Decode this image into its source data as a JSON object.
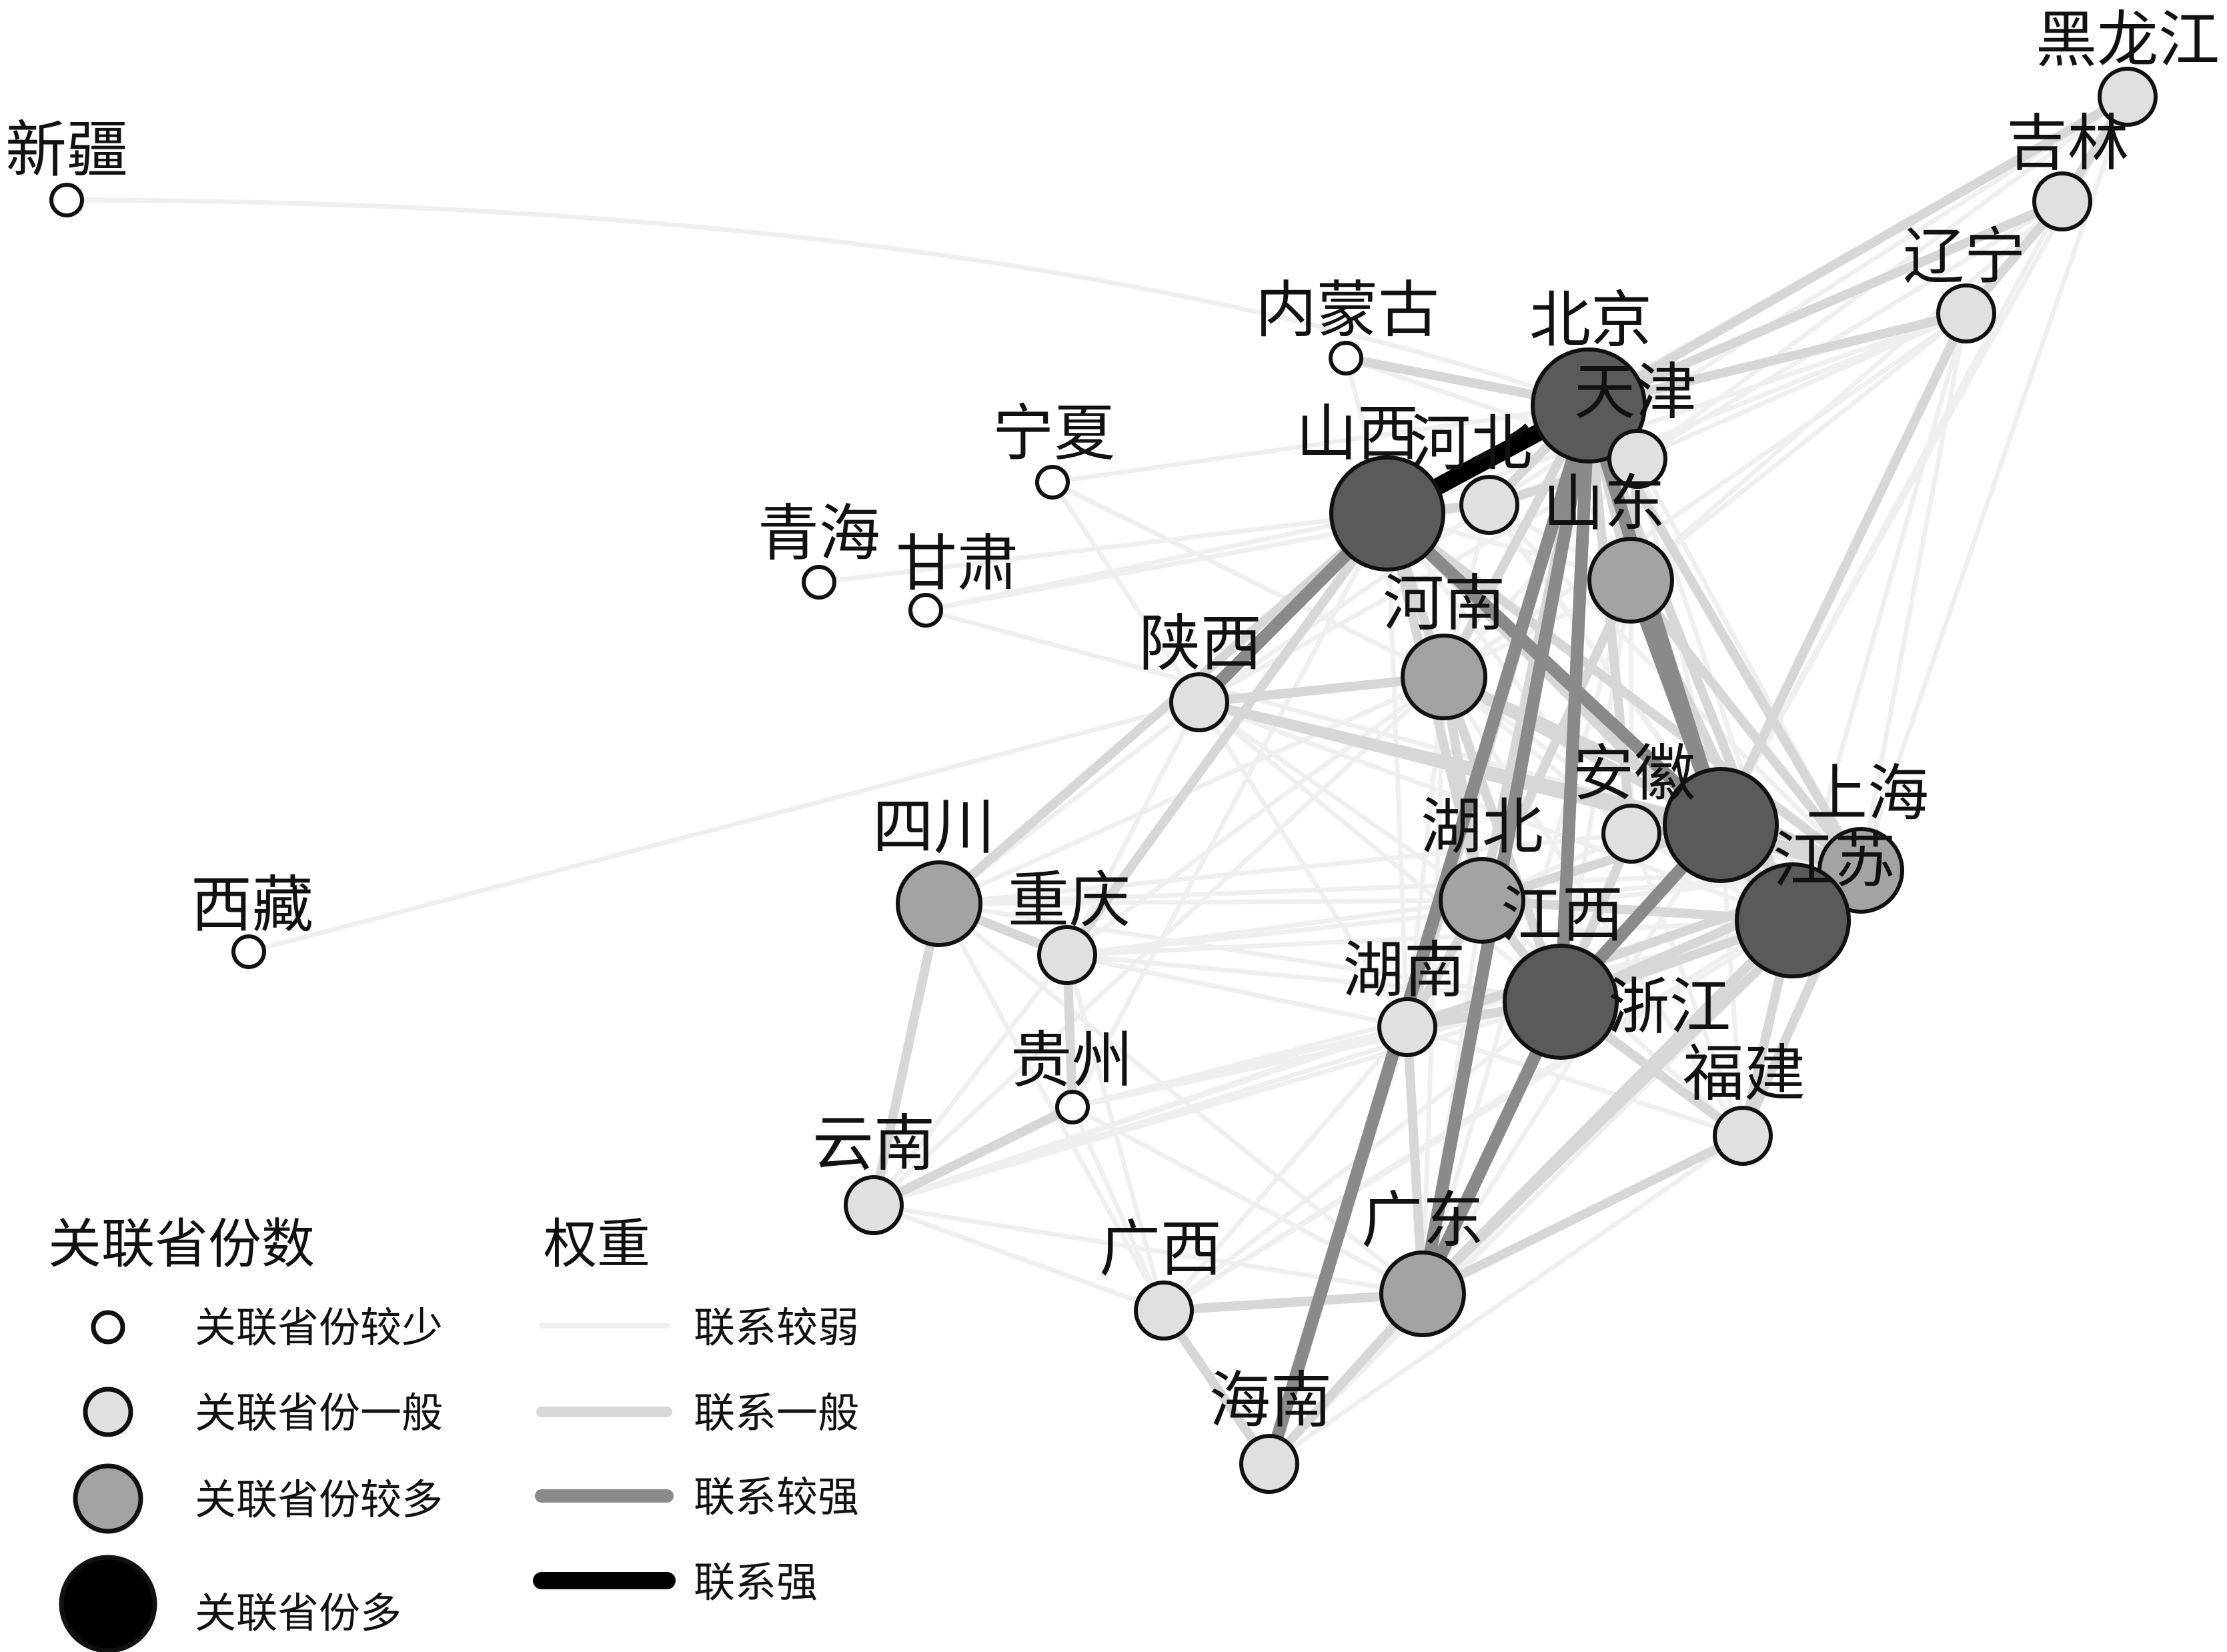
{
  "legend": {
    "size_title": "关联省份数",
    "weight_title": "权重",
    "size_items": [
      {
        "level": "few",
        "label": "关联省份较少",
        "fill": "#ffffff"
      },
      {
        "level": "medium",
        "label": "关联省份一般",
        "fill": "#e0e0e0"
      },
      {
        "level": "many",
        "label": "关联省份较多",
        "fill": "#a3a3a3"
      },
      {
        "level": "most",
        "label": "关联省份多",
        "fill": "#000000"
      }
    ],
    "weight_items": [
      {
        "level": "weak",
        "label": "联系较弱",
        "color": "#efefef"
      },
      {
        "level": "medium",
        "label": "联系一般",
        "color": "#d7d7d7"
      },
      {
        "level": "strong",
        "label": "联系较强",
        "color": "#8a8a8a"
      },
      {
        "level": "strongest",
        "label": "联系强",
        "color": "#000000"
      }
    ]
  },
  "nodes": [
    {
      "id": "heilongjiang",
      "label": "黑龙江",
      "level": "medium"
    },
    {
      "id": "jilin",
      "label": "吉林",
      "level": "medium"
    },
    {
      "id": "liaoning",
      "label": "辽宁",
      "level": "medium"
    },
    {
      "id": "xinjiang",
      "label": "新疆",
      "level": "few"
    },
    {
      "id": "neimenggu",
      "label": "内蒙古",
      "level": "few"
    },
    {
      "id": "beijing",
      "label": "北京",
      "level": "most"
    },
    {
      "id": "tianjin",
      "label": "天津",
      "level": "medium"
    },
    {
      "id": "shanxi",
      "label": "山西",
      "level": "most"
    },
    {
      "id": "hebei",
      "label": "河北",
      "level": "medium"
    },
    {
      "id": "ningxia",
      "label": "宁夏",
      "level": "few"
    },
    {
      "id": "qinghai",
      "label": "青海",
      "level": "few"
    },
    {
      "id": "gansu",
      "label": "甘肃",
      "level": "few"
    },
    {
      "id": "shandong",
      "label": "山东",
      "level": "many"
    },
    {
      "id": "henan",
      "label": "河南",
      "level": "many"
    },
    {
      "id": "shaanxi",
      "label": "陕西",
      "level": "medium"
    },
    {
      "id": "anhui",
      "label": "安徽",
      "level": "medium"
    },
    {
      "id": "shanghai",
      "label": "上海",
      "level": "most"
    },
    {
      "id": "jiangsu",
      "label": "江苏",
      "level": "many"
    },
    {
      "id": "zhejiang",
      "label": "浙江",
      "level": "most"
    },
    {
      "id": "sichuan",
      "label": "四川",
      "level": "many"
    },
    {
      "id": "hubei",
      "label": "湖北",
      "level": "many"
    },
    {
      "id": "jiangxi",
      "label": "江西",
      "level": "most"
    },
    {
      "id": "xizang",
      "label": "西藏",
      "level": "few"
    },
    {
      "id": "chongqing",
      "label": "重庆",
      "level": "medium"
    },
    {
      "id": "hunan",
      "label": "湖南",
      "level": "medium"
    },
    {
      "id": "guizhou",
      "label": "贵州",
      "level": "few"
    },
    {
      "id": "fujian",
      "label": "福建",
      "level": "medium"
    },
    {
      "id": "yunnan",
      "label": "云南",
      "level": "medium"
    },
    {
      "id": "guangxi",
      "label": "广西",
      "level": "medium"
    },
    {
      "id": "guangdong",
      "label": "广东",
      "level": "many"
    },
    {
      "id": "hainan",
      "label": "海南",
      "level": "medium"
    }
  ],
  "edges": [
    {
      "source": "beijing",
      "target": "shanxi",
      "weight": "strongest"
    },
    {
      "source": "beijing",
      "target": "jiangxi",
      "weight": "strong"
    },
    {
      "source": "beijing",
      "target": "shanghai",
      "weight": "strong"
    },
    {
      "source": "beijing",
      "target": "guangdong",
      "weight": "strong"
    },
    {
      "source": "beijing",
      "target": "hainan",
      "weight": "strong"
    },
    {
      "source": "shanxi",
      "target": "shanghai",
      "weight": "strong"
    },
    {
      "source": "jiangxi",
      "target": "guangdong",
      "weight": "strong"
    },
    {
      "source": "shanghai",
      "target": "jiangxi",
      "weight": "strong"
    },
    {
      "source": "shandong",
      "target": "shanghai",
      "weight": "strong"
    },
    {
      "source": "shanxi",
      "target": "shaanxi",
      "weight": "strong"
    },
    {
      "source": "beijing",
      "target": "jilin",
      "weight": "medium"
    },
    {
      "source": "beijing",
      "target": "heilongjiang",
      "weight": "medium"
    },
    {
      "source": "beijing",
      "target": "liaoning",
      "weight": "medium"
    },
    {
      "source": "beijing",
      "target": "tianjin",
      "weight": "medium"
    },
    {
      "source": "beijing",
      "target": "hebei",
      "weight": "medium"
    },
    {
      "source": "beijing",
      "target": "neimenggu",
      "weight": "medium"
    },
    {
      "source": "beijing",
      "target": "shandong",
      "weight": "medium"
    },
    {
      "source": "beijing",
      "target": "henan",
      "weight": "medium"
    },
    {
      "source": "beijing",
      "target": "zhejiang",
      "weight": "medium"
    },
    {
      "source": "beijing",
      "target": "jiangsu",
      "weight": "medium"
    },
    {
      "source": "beijing",
      "target": "hubei",
      "weight": "medium"
    },
    {
      "source": "beijing",
      "target": "hunan",
      "weight": "medium"
    },
    {
      "source": "beijing",
      "target": "anhui",
      "weight": "medium"
    },
    {
      "source": "shanxi",
      "target": "sichuan",
      "weight": "medium"
    },
    {
      "source": "shanxi",
      "target": "chongqing",
      "weight": "medium"
    },
    {
      "source": "shanxi",
      "target": "henan",
      "weight": "medium"
    },
    {
      "source": "shanxi",
      "target": "hubei",
      "weight": "medium"
    },
    {
      "source": "shanxi",
      "target": "jiangsu",
      "weight": "medium"
    },
    {
      "source": "shanxi",
      "target": "zhejiang",
      "weight": "medium"
    },
    {
      "source": "shanxi",
      "target": "hebei",
      "weight": "medium"
    },
    {
      "source": "shanghai",
      "target": "jiangsu",
      "weight": "medium"
    },
    {
      "source": "shanghai",
      "target": "zhejiang",
      "weight": "medium"
    },
    {
      "source": "shanghai",
      "target": "henan",
      "weight": "medium"
    },
    {
      "source": "shanghai",
      "target": "hubei",
      "weight": "medium"
    },
    {
      "source": "shanghai",
      "target": "anhui",
      "weight": "medium"
    },
    {
      "source": "shanghai",
      "target": "shaanxi",
      "weight": "medium"
    },
    {
      "source": "shanghai",
      "target": "liaoning",
      "weight": "medium"
    },
    {
      "source": "jiangsu",
      "target": "zhejiang",
      "weight": "medium"
    },
    {
      "source": "jiangsu",
      "target": "jiangxi",
      "weight": "medium"
    },
    {
      "source": "jiangsu",
      "target": "guangdong",
      "weight": "medium"
    },
    {
      "source": "jiangsu",
      "target": "hunan",
      "weight": "medium"
    },
    {
      "source": "jiangsu",
      "target": "fujian",
      "weight": "medium"
    },
    {
      "source": "zhejiang",
      "target": "jiangxi",
      "weight": "medium"
    },
    {
      "source": "zhejiang",
      "target": "fujian",
      "weight": "medium"
    },
    {
      "source": "zhejiang",
      "target": "guangdong",
      "weight": "medium"
    },
    {
      "source": "zhejiang",
      "target": "hubei",
      "weight": "medium"
    },
    {
      "source": "jiangxi",
      "target": "hunan",
      "weight": "medium"
    },
    {
      "source": "jiangxi",
      "target": "hubei",
      "weight": "medium"
    },
    {
      "source": "jiangxi",
      "target": "fujian",
      "weight": "medium"
    },
    {
      "source": "jiangxi",
      "target": "anhui",
      "weight": "medium"
    },
    {
      "source": "jiangxi",
      "target": "henan",
      "weight": "medium"
    },
    {
      "source": "hunan",
      "target": "guangdong",
      "weight": "medium"
    },
    {
      "source": "hunan",
      "target": "hubei",
      "weight": "medium"
    },
    {
      "source": "guangdong",
      "target": "hainan",
      "weight": "medium"
    },
    {
      "source": "guangdong",
      "target": "guangxi",
      "weight": "medium"
    },
    {
      "source": "guangdong",
      "target": "fujian",
      "weight": "medium"
    },
    {
      "source": "sichuan",
      "target": "chongqing",
      "weight": "medium"
    },
    {
      "source": "sichuan",
      "target": "yunnan",
      "weight": "medium"
    },
    {
      "source": "chongqing",
      "target": "guizhou",
      "weight": "medium"
    },
    {
      "source": "guizhou",
      "target": "yunnan",
      "weight": "medium"
    },
    {
      "source": "shaanxi",
      "target": "henan",
      "weight": "medium"
    },
    {
      "source": "shaanxi",
      "target": "jiangsu",
      "weight": "medium"
    },
    {
      "source": "henan",
      "target": "hubei",
      "weight": "medium"
    },
    {
      "source": "henan",
      "target": "jiangsu",
      "weight": "medium"
    },
    {
      "source": "shandong",
      "target": "jiangsu",
      "weight": "medium"
    },
    {
      "source": "shandong",
      "target": "zhejiang",
      "weight": "medium"
    },
    {
      "source": "shandong",
      "target": "hubei",
      "weight": "medium"
    },
    {
      "source": "jilin",
      "target": "liaoning",
      "weight": "medium"
    },
    {
      "source": "jilin",
      "target": "heilongjiang",
      "weight": "medium"
    },
    {
      "source": "hebei",
      "target": "tianjin",
      "weight": "medium"
    },
    {
      "source": "tianjin",
      "target": "shandong",
      "weight": "medium"
    },
    {
      "source": "guangxi",
      "target": "hainan",
      "weight": "medium"
    },
    {
      "source": "xinjiang",
      "target": "beijing",
      "weight": "weak"
    },
    {
      "source": "xizang",
      "target": "shaanxi",
      "weight": "weak"
    },
    {
      "source": "gansu",
      "target": "shanxi",
      "weight": "weak"
    },
    {
      "source": "gansu",
      "target": "shanghai",
      "weight": "weak"
    },
    {
      "source": "gansu",
      "target": "hebei",
      "weight": "weak"
    },
    {
      "source": "ningxia",
      "target": "shaanxi",
      "weight": "weak"
    },
    {
      "source": "ningxia",
      "target": "henan",
      "weight": "weak"
    },
    {
      "source": "ningxia",
      "target": "beijing",
      "weight": "weak"
    },
    {
      "source": "qinghai",
      "target": "shanxi",
      "weight": "weak"
    },
    {
      "source": "neimenggu",
      "target": "shanxi",
      "weight": "weak"
    },
    {
      "source": "neimenggu",
      "target": "tianjin",
      "weight": "weak"
    },
    {
      "source": "liaoning",
      "target": "tianjin",
      "weight": "weak"
    },
    {
      "source": "liaoning",
      "target": "shandong",
      "weight": "weak"
    },
    {
      "source": "liaoning",
      "target": "jiangsu",
      "weight": "weak"
    },
    {
      "source": "liaoning",
      "target": "zhejiang",
      "weight": "weak"
    },
    {
      "source": "liaoning",
      "target": "hebei",
      "weight": "weak"
    },
    {
      "source": "liaoning",
      "target": "henan",
      "weight": "weak"
    },
    {
      "source": "liaoning",
      "target": "shanxi",
      "weight": "weak"
    },
    {
      "source": "jilin",
      "target": "shanghai",
      "weight": "weak"
    },
    {
      "source": "jilin",
      "target": "tianjin",
      "weight": "weak"
    },
    {
      "source": "jilin",
      "target": "shandong",
      "weight": "weak"
    },
    {
      "source": "heilongjiang",
      "target": "shanxi",
      "weight": "weak"
    },
    {
      "source": "heilongjiang",
      "target": "hebei",
      "weight": "weak"
    },
    {
      "source": "heilongjiang",
      "target": "tianjin",
      "weight": "weak"
    },
    {
      "source": "heilongjiang",
      "target": "shanghai",
      "weight": "weak"
    },
    {
      "source": "heilongjiang",
      "target": "jiangsu",
      "weight": "weak"
    },
    {
      "source": "yunnan",
      "target": "chongqing",
      "weight": "weak"
    },
    {
      "source": "yunnan",
      "target": "hunan",
      "weight": "weak"
    },
    {
      "source": "yunnan",
      "target": "jiangxi",
      "weight": "weak"
    },
    {
      "source": "yunnan",
      "target": "zhejiang",
      "weight": "weak"
    },
    {
      "source": "yunnan",
      "target": "guangdong",
      "weight": "weak"
    },
    {
      "source": "yunnan",
      "target": "henan",
      "weight": "weak"
    },
    {
      "source": "yunnan",
      "target": "jiangsu",
      "weight": "weak"
    },
    {
      "source": "sichuan",
      "target": "jiangxi",
      "weight": "weak"
    },
    {
      "source": "sichuan",
      "target": "jiangsu",
      "weight": "weak"
    },
    {
      "source": "sichuan",
      "target": "shanghai",
      "weight": "weak"
    },
    {
      "source": "sichuan",
      "target": "hubei",
      "weight": "weak"
    },
    {
      "source": "sichuan",
      "target": "henan",
      "weight": "weak"
    },
    {
      "source": "sichuan",
      "target": "guangdong",
      "weight": "weak"
    },
    {
      "source": "sichuan",
      "target": "guangxi",
      "weight": "weak"
    },
    {
      "source": "chongqing",
      "target": "jiangxi",
      "weight": "weak"
    },
    {
      "source": "chongqing",
      "target": "jiangsu",
      "weight": "weak"
    },
    {
      "source": "chongqing",
      "target": "hubei",
      "weight": "weak"
    },
    {
      "source": "chongqing",
      "target": "henan",
      "weight": "weak"
    },
    {
      "source": "chongqing",
      "target": "guangxi",
      "weight": "weak"
    },
    {
      "source": "chongqing",
      "target": "hunan",
      "weight": "weak"
    },
    {
      "source": "chongqing",
      "target": "zhejiang",
      "weight": "weak"
    },
    {
      "source": "guizhou",
      "target": "guangxi",
      "weight": "weak"
    },
    {
      "source": "guizhou",
      "target": "hunan",
      "weight": "weak"
    },
    {
      "source": "guizhou",
      "target": "zhejiang",
      "weight": "weak"
    },
    {
      "source": "guizhou",
      "target": "jiangxi",
      "weight": "weak"
    },
    {
      "source": "guizhou",
      "target": "guangdong",
      "weight": "weak"
    },
    {
      "source": "guizhou",
      "target": "shanxi",
      "weight": "weak"
    },
    {
      "source": "guangxi",
      "target": "hunan",
      "weight": "weak"
    },
    {
      "source": "guangxi",
      "target": "jiangxi",
      "weight": "weak"
    },
    {
      "source": "guangxi",
      "target": "zhejiang",
      "weight": "weak"
    },
    {
      "source": "guangxi",
      "target": "jiangsu",
      "weight": "weak"
    },
    {
      "source": "guangxi",
      "target": "yunnan",
      "weight": "weak"
    },
    {
      "source": "hainan",
      "target": "zhejiang",
      "weight": "weak"
    },
    {
      "source": "hainan",
      "target": "jiangsu",
      "weight": "weak"
    },
    {
      "source": "hainan",
      "target": "hunan",
      "weight": "weak"
    },
    {
      "source": "hainan",
      "target": "fujian",
      "weight": "weak"
    },
    {
      "source": "fujian",
      "target": "shanghai",
      "weight": "weak"
    },
    {
      "source": "fujian",
      "target": "hunan",
      "weight": "weak"
    },
    {
      "source": "fujian",
      "target": "anhui",
      "weight": "weak"
    },
    {
      "source": "fujian",
      "target": "hubei",
      "weight": "weak"
    },
    {
      "source": "anhui",
      "target": "henan",
      "weight": "weak"
    },
    {
      "source": "anhui",
      "target": "hubei",
      "weight": "weak"
    },
    {
      "source": "anhui",
      "target": "jiangsu",
      "weight": "weak"
    },
    {
      "source": "anhui",
      "target": "zhejiang",
      "weight": "weak"
    },
    {
      "source": "anhui",
      "target": "shandong",
      "weight": "weak"
    },
    {
      "source": "anhui",
      "target": "shanxi",
      "weight": "weak"
    },
    {
      "source": "hubei",
      "target": "hunan",
      "weight": "weak"
    },
    {
      "source": "hubei",
      "target": "guangdong",
      "weight": "weak"
    },
    {
      "source": "hubei",
      "target": "jiangsu",
      "weight": "weak"
    },
    {
      "source": "hunan",
      "target": "henan",
      "weight": "weak"
    },
    {
      "source": "hunan",
      "target": "shaanxi",
      "weight": "weak"
    },
    {
      "source": "hunan",
      "target": "zhejiang",
      "weight": "weak"
    },
    {
      "source": "shaanxi",
      "target": "hebei",
      "weight": "weak"
    },
    {
      "source": "shaanxi",
      "target": "tianjin",
      "weight": "weak"
    },
    {
      "source": "shaanxi",
      "target": "hubei",
      "weight": "weak"
    },
    {
      "source": "shaanxi",
      "target": "zhejiang",
      "weight": "weak"
    },
    {
      "source": "shaanxi",
      "target": "jiangxi",
      "weight": "weak"
    },
    {
      "source": "shaanxi",
      "target": "sichuan",
      "weight": "weak"
    },
    {
      "source": "shaanxi",
      "target": "chongqing",
      "weight": "weak"
    },
    {
      "source": "hebei",
      "target": "henan",
      "weight": "weak"
    },
    {
      "source": "hebei",
      "target": "jiangsu",
      "weight": "weak"
    },
    {
      "source": "hebei",
      "target": "zhejiang",
      "weight": "weak"
    },
    {
      "source": "hebei",
      "target": "shanghai",
      "weight": "weak"
    },
    {
      "source": "hebei",
      "target": "shandong",
      "weight": "weak"
    },
    {
      "source": "tianjin",
      "target": "jiangsu",
      "weight": "weak"
    },
    {
      "source": "tianjin",
      "target": "shanghai",
      "weight": "weak"
    },
    {
      "source": "tianjin",
      "target": "zhejiang",
      "weight": "weak"
    },
    {
      "source": "tianjin",
      "target": "henan",
      "weight": "weak"
    },
    {
      "source": "shandong",
      "target": "henan",
      "weight": "weak"
    },
    {
      "source": "shandong",
      "target": "jiangxi",
      "weight": "weak"
    },
    {
      "source": "shandong",
      "target": "guangdong",
      "weight": "weak"
    },
    {
      "source": "henan",
      "target": "zhejiang",
      "weight": "weak"
    },
    {
      "source": "henan",
      "target": "hunan",
      "weight": "weak"
    },
    {
      "source": "henan",
      "target": "guangdong",
      "weight": "weak"
    },
    {
      "source": "henan",
      "target": "fujian",
      "weight": "weak"
    },
    {
      "source": "shanxi",
      "target": "jiangxi",
      "weight": "weak"
    },
    {
      "source": "shanxi",
      "target": "hunan",
      "weight": "weak"
    },
    {
      "source": "shanxi",
      "target": "shandong",
      "weight": "weak"
    },
    {
      "source": "guangdong",
      "target": "shanghai",
      "weight": "weak"
    },
    {
      "source": "guangdong",
      "target": "anhui",
      "weight": "weak"
    }
  ]
}
